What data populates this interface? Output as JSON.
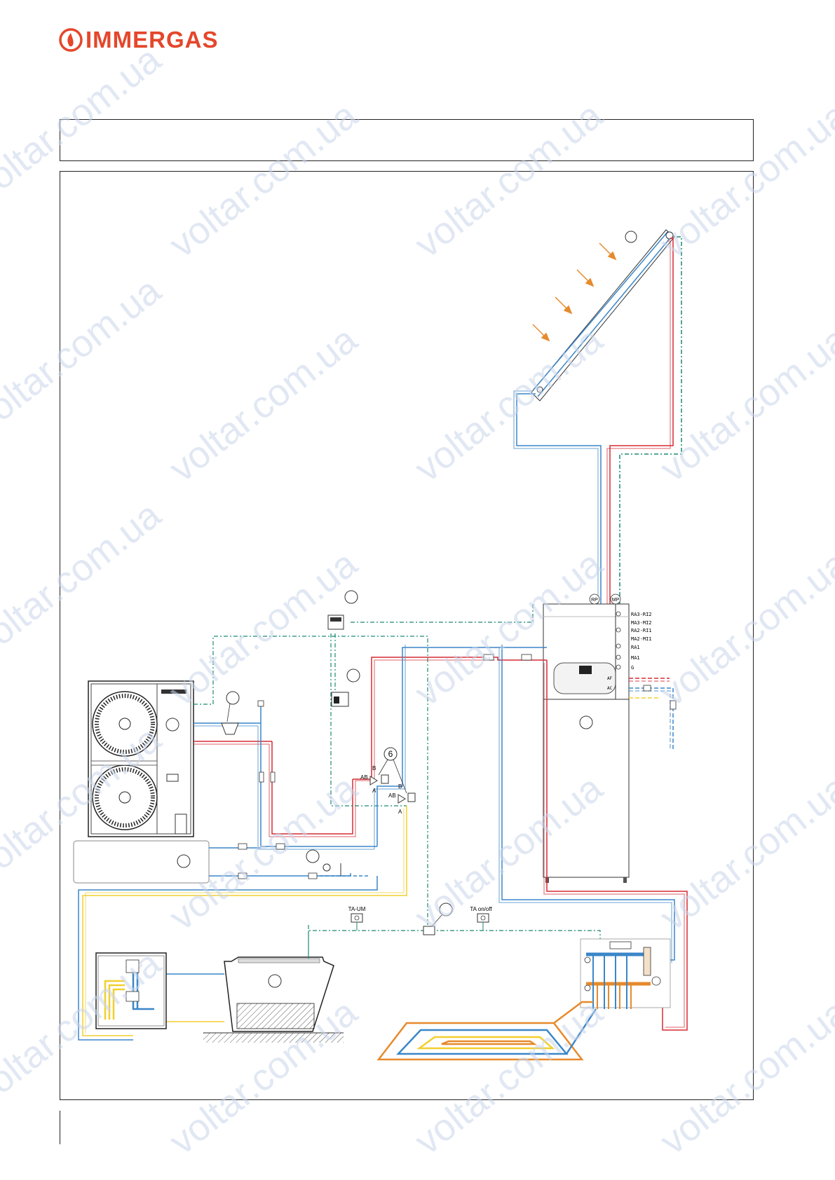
{
  "brand": {
    "name": "IMMERGAS",
    "color": "#e4472b"
  },
  "colors": {
    "hot": "#d62b35",
    "cold": "#3a86c8",
    "yellow": "#f2cf2e",
    "orange": "#e78a2c",
    "signal": "#1a8a72"
  },
  "callouts": {
    "valve_number": "6"
  },
  "valve_ports": {
    "ab": "AB",
    "b": "B",
    "a": "A",
    "ab2": "AB",
    "b2": "B",
    "a2": "A"
  },
  "thermostats": {
    "ta_um": "TA-UM",
    "ta_onoff": "TA on/off"
  },
  "tank": {
    "top_labels": {
      "rp": "RP",
      "mp": "MP"
    },
    "ports": [
      "RA3-RI2",
      "MA3-MI2",
      "RA2-RI1",
      "MA2-MI1",
      "RA1",
      "MA1",
      "G"
    ],
    "port_af": "AF",
    "port_ac": "AC"
  },
  "watermark": {
    "text": "voltar.com.ua"
  }
}
